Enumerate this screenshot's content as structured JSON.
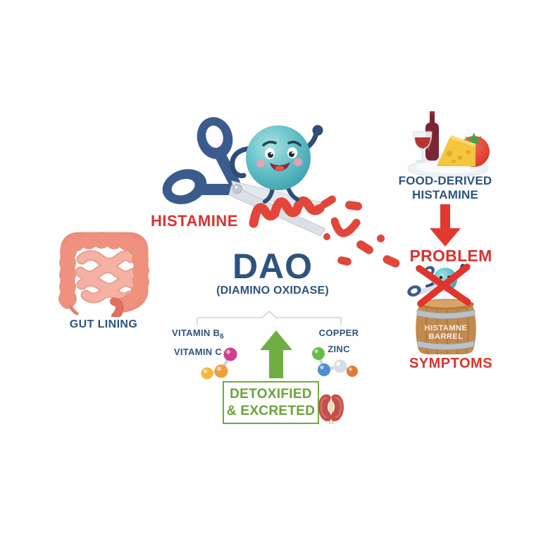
{
  "illustration": {
    "gut": {
      "label": "GUT LINING"
    },
    "scissors_scene": {
      "histamine_label": "HISTAMINE"
    },
    "dao": {
      "title": "DAO",
      "subtitle": "(DIAMINO OXIDASE)"
    },
    "food": {
      "line1": "FOOD-DERIVED",
      "line2": "HISTAMINE"
    },
    "problem": {
      "label": "PROBLEM"
    },
    "barrel": {
      "line1": "HISTAMNE",
      "line2": "BARREL",
      "symptoms_label": "SYMPTOMS"
    },
    "cofactors": {
      "left": {
        "line1_main": "VITAMIN B",
        "line1_sub": "6",
        "line2": "VITAMIN C"
      },
      "right": {
        "line1": "COPPER",
        "line2": "ZINC"
      }
    },
    "detox": {
      "line1": "DETOXIFIED",
      "line2": "& EXCRETED"
    }
  },
  "colors": {
    "navy_text": "#2e537f",
    "red_text": "#d8342e",
    "histamine_chain": "#e2463a",
    "green_accent": "#72ab3c",
    "teal_enzyme": "#5cb7c2",
    "scissor_handle": "#3b5b8d",
    "barrel_wood": "#c28a4e",
    "gut_pink": "#ec8d7c"
  }
}
